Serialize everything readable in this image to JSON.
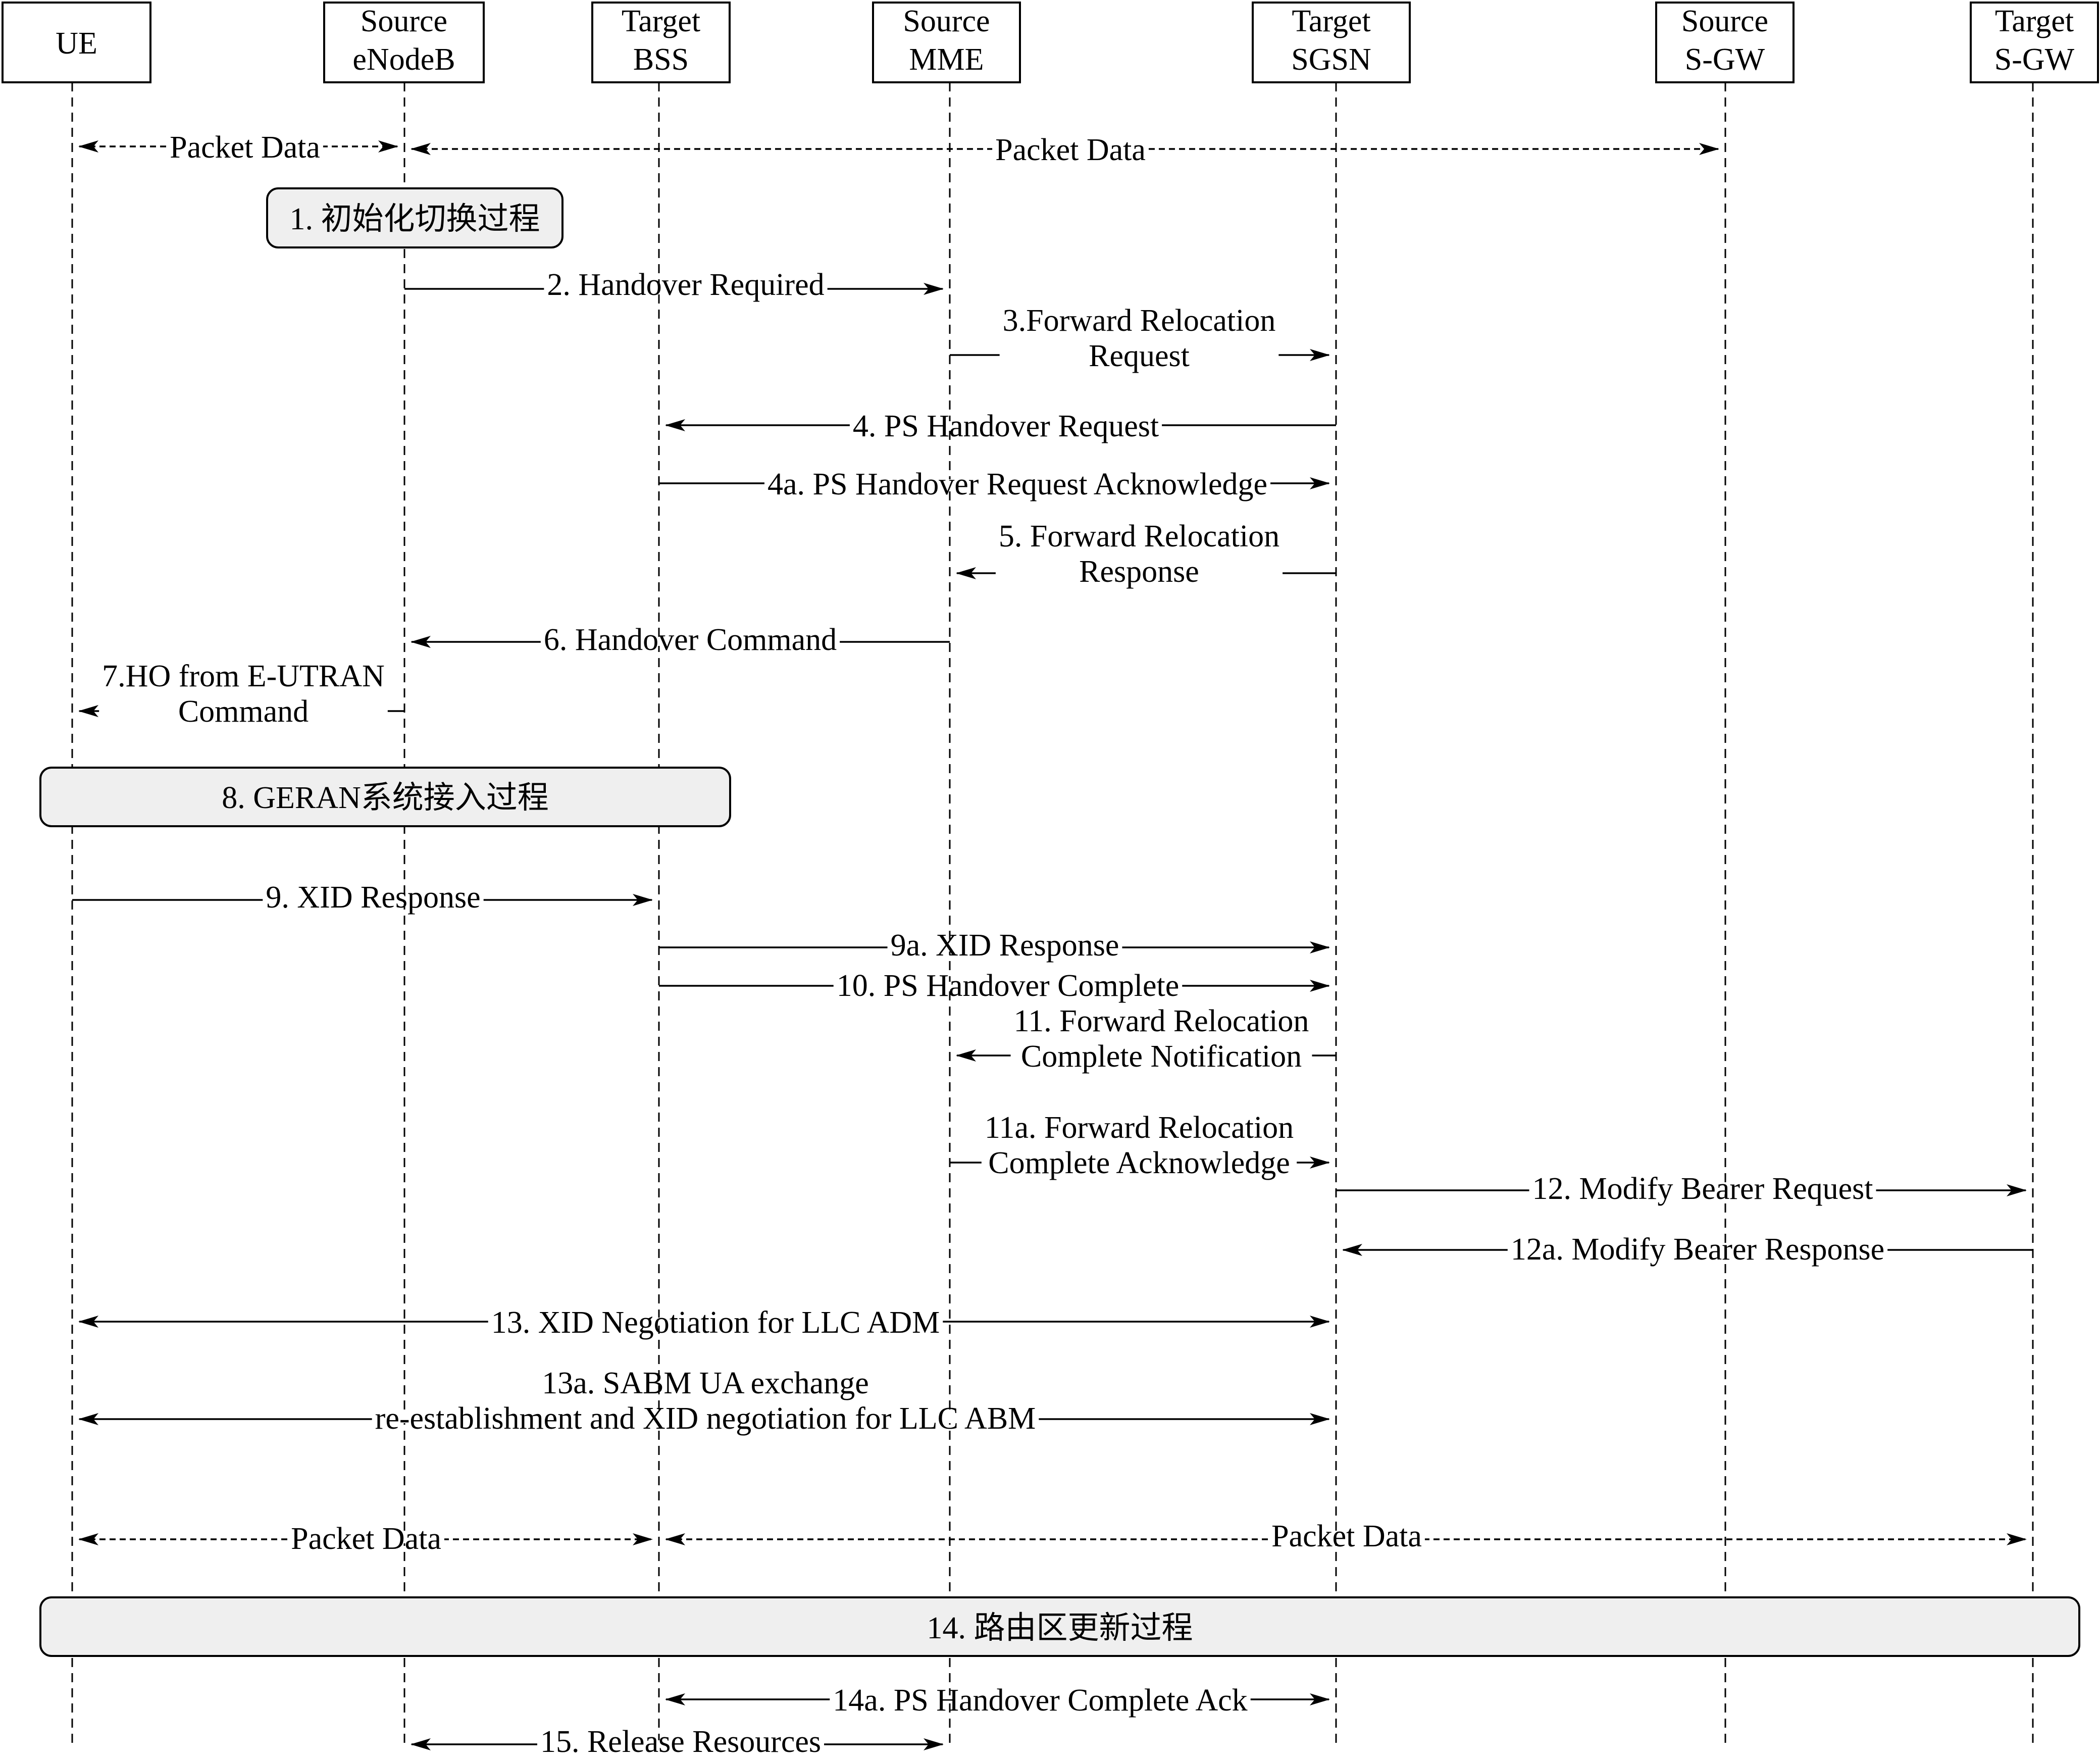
{
  "participants": [
    {
      "id": "ue",
      "lines": [
        "UE"
      ]
    },
    {
      "id": "enb",
      "lines": [
        "Source",
        "eNodeB"
      ]
    },
    {
      "id": "bss",
      "lines": [
        "Target",
        "BSS"
      ]
    },
    {
      "id": "mme",
      "lines": [
        "Source",
        "MME"
      ]
    },
    {
      "id": "sgsn",
      "lines": [
        "Target",
        "SGSN"
      ]
    },
    {
      "id": "ssgw",
      "lines": [
        "Source",
        "S-GW"
      ]
    },
    {
      "id": "tsgw",
      "lines": [
        "Target",
        "S-GW"
      ]
    }
  ],
  "steps": [
    {
      "kind": "message",
      "from": "ue",
      "to": "enb",
      "style": "dashed",
      "bidirectional": true,
      "lines": [
        "Packet Data"
      ]
    },
    {
      "kind": "message",
      "from": "enb",
      "to": "ssgw",
      "style": "dashed",
      "bidirectional": true,
      "lines": [
        "Packet Data"
      ]
    },
    {
      "kind": "process",
      "span": [
        "enb",
        "enb"
      ],
      "text": "1. 初始化切换过程"
    },
    {
      "kind": "message",
      "from": "enb",
      "to": "mme",
      "style": "solid",
      "lines": [
        "2. Handover Required"
      ]
    },
    {
      "kind": "message",
      "from": "mme",
      "to": "sgsn",
      "style": "solid",
      "lines": [
        "3.Forward Relocation",
        "Request"
      ]
    },
    {
      "kind": "message",
      "from": "sgsn",
      "to": "bss",
      "style": "solid",
      "lines": [
        "4. PS Handover Request"
      ]
    },
    {
      "kind": "message",
      "from": "bss",
      "to": "sgsn",
      "style": "solid",
      "lines": [
        "4a. PS Handover Request Acknowledge"
      ]
    },
    {
      "kind": "message",
      "from": "sgsn",
      "to": "mme",
      "style": "solid",
      "lines": [
        "5. Forward Relocation",
        "Response"
      ]
    },
    {
      "kind": "message",
      "from": "mme",
      "to": "enb",
      "style": "solid",
      "lines": [
        "6. Handover Command"
      ]
    },
    {
      "kind": "message",
      "from": "enb",
      "to": "ue",
      "style": "solid",
      "lines": [
        "7.HO from E-UTRAN",
        "Command"
      ]
    },
    {
      "kind": "process",
      "span": [
        "ue",
        "bss"
      ],
      "text": "8. GERAN系统接入过程"
    },
    {
      "kind": "message",
      "from": "ue",
      "to": "bss",
      "style": "solid",
      "lines": [
        "9. XID Response"
      ]
    },
    {
      "kind": "message",
      "from": "bss",
      "to": "sgsn",
      "style": "solid",
      "lines": [
        "9a. XID Response"
      ]
    },
    {
      "kind": "message",
      "from": "bss",
      "to": "sgsn",
      "style": "solid",
      "lines": [
        "10. PS Handover Complete"
      ]
    },
    {
      "kind": "message",
      "from": "sgsn",
      "to": "mme",
      "style": "solid",
      "lines": [
        "11. Forward Relocation",
        "Complete Notification"
      ]
    },
    {
      "kind": "message",
      "from": "mme",
      "to": "sgsn",
      "style": "solid",
      "lines": [
        "11a. Forward Relocation",
        "Complete Acknowledge"
      ]
    },
    {
      "kind": "message",
      "from": "sgsn",
      "to": "tsgw",
      "style": "solid",
      "lines": [
        "12. Modify Bearer Request"
      ]
    },
    {
      "kind": "message",
      "from": "tsgw",
      "to": "sgsn",
      "style": "solid",
      "lines": [
        "12a. Modify Bearer Response"
      ]
    },
    {
      "kind": "message",
      "from": "ue",
      "to": "sgsn",
      "style": "solid",
      "bidirectional": true,
      "lines": [
        "13. XID Negotiation for LLC ADM"
      ]
    },
    {
      "kind": "message",
      "from": "ue",
      "to": "sgsn",
      "style": "solid",
      "bidirectional": true,
      "lines": [
        "13a. SABM UA exchange",
        "re-establishment and XID negotiation for LLC ABM"
      ]
    },
    {
      "kind": "message",
      "from": "ue",
      "to": "bss",
      "style": "dashed",
      "bidirectional": true,
      "lines": [
        "Packet Data"
      ]
    },
    {
      "kind": "message",
      "from": "bss",
      "to": "tsgw",
      "style": "dashed",
      "bidirectional": true,
      "lines": [
        "Packet Data"
      ]
    },
    {
      "kind": "process",
      "span": [
        "ue",
        "tsgw"
      ],
      "text": "14. 路由区更新过程"
    },
    {
      "kind": "message",
      "from": "bss",
      "to": "sgsn",
      "style": "solid",
      "bidirectional": true,
      "lines": [
        "14a.  PS Handover Complete Ack"
      ]
    },
    {
      "kind": "message",
      "from": "enb",
      "to": "mme",
      "style": "solid",
      "bidirectional": true,
      "lines": [
        "15. Release Resources"
      ]
    }
  ]
}
